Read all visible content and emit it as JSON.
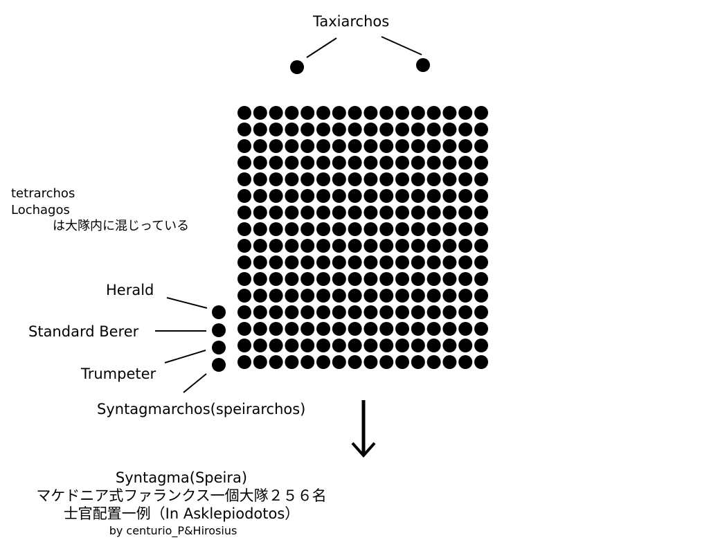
{
  "labels": {
    "taxiarchos": "Taxiarchos",
    "tetrarchos": "tetrarchos",
    "lochagos": "Lochagos",
    "mixed_note": "は大隊内に混じっている",
    "herald": "Herald",
    "standard_bearer": "Standard Berer",
    "trumpeter": "Trumpeter",
    "syntagmarchos": "Syntagmarchos(speirarchos)"
  },
  "caption": {
    "line1": "Syntagma(Speira)",
    "line2": "マケドニア式ファランクス一個大隊２５６名",
    "line3": "士官配置一例（In Asklepiodotos）",
    "credit": "by centurio_P&Hirosius"
  },
  "formation": {
    "rows": 16,
    "columns": 16,
    "soldiers": 256
  },
  "colors": {
    "marker": "#000000",
    "background": "#ffffff"
  }
}
